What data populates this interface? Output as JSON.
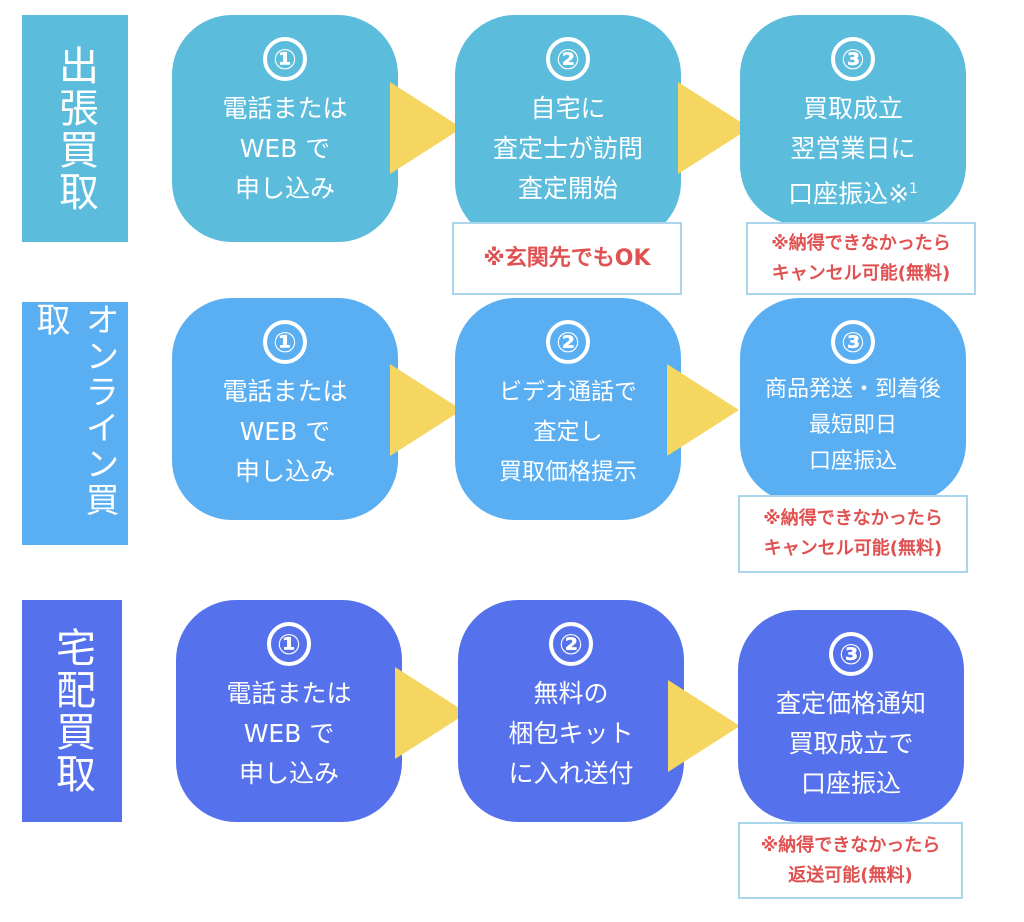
{
  "colors": {
    "row1": "#5bbcdc",
    "row2": "#5aaef2",
    "row3": "#5572ec",
    "arrow": "#f5d660",
    "note": "#e05252"
  },
  "rows": [
    {
      "label": "出張買取",
      "steps": [
        {
          "num": "①",
          "lines": [
            "電話または",
            "WEB で",
            "申し込み"
          ]
        },
        {
          "num": "②",
          "lines": [
            "自宅に",
            "査定士が訪問",
            "査定開始"
          ]
        },
        {
          "num": "③",
          "lines": [
            "買取成立",
            "翌営業日に",
            "口座振込※"
          ],
          "footnote": "1"
        }
      ],
      "notes": [
        {
          "lines": [
            "※玄関先でもOK"
          ]
        },
        {
          "lines": [
            "※納得できなかったら",
            "キャンセル可能(無料)"
          ]
        }
      ]
    },
    {
      "label": "オンライン買取",
      "steps": [
        {
          "num": "①",
          "lines": [
            "電話または",
            "WEB で",
            "申し込み"
          ]
        },
        {
          "num": "②",
          "lines": [
            "ビデオ通話で",
            "査定し",
            "買取価格提示"
          ]
        },
        {
          "num": "③",
          "lines": [
            "商品発送・到着後",
            "最短即日",
            "口座振込"
          ]
        }
      ],
      "notes": [
        {
          "lines": [
            "※納得できなかったら",
            "キャンセル可能(無料)"
          ]
        }
      ]
    },
    {
      "label": "宅配買取",
      "steps": [
        {
          "num": "①",
          "lines": [
            "電話または",
            "WEB で",
            "申し込み"
          ]
        },
        {
          "num": "②",
          "lines": [
            "無料の",
            "梱包キット",
            "に入れ送付"
          ]
        },
        {
          "num": "③",
          "lines": [
            "査定価格通知",
            "買取成立で",
            "口座振込"
          ]
        }
      ],
      "notes": [
        {
          "lines": [
            "※納得できなかったら",
            "返送可能(無料)"
          ]
        }
      ]
    }
  ]
}
